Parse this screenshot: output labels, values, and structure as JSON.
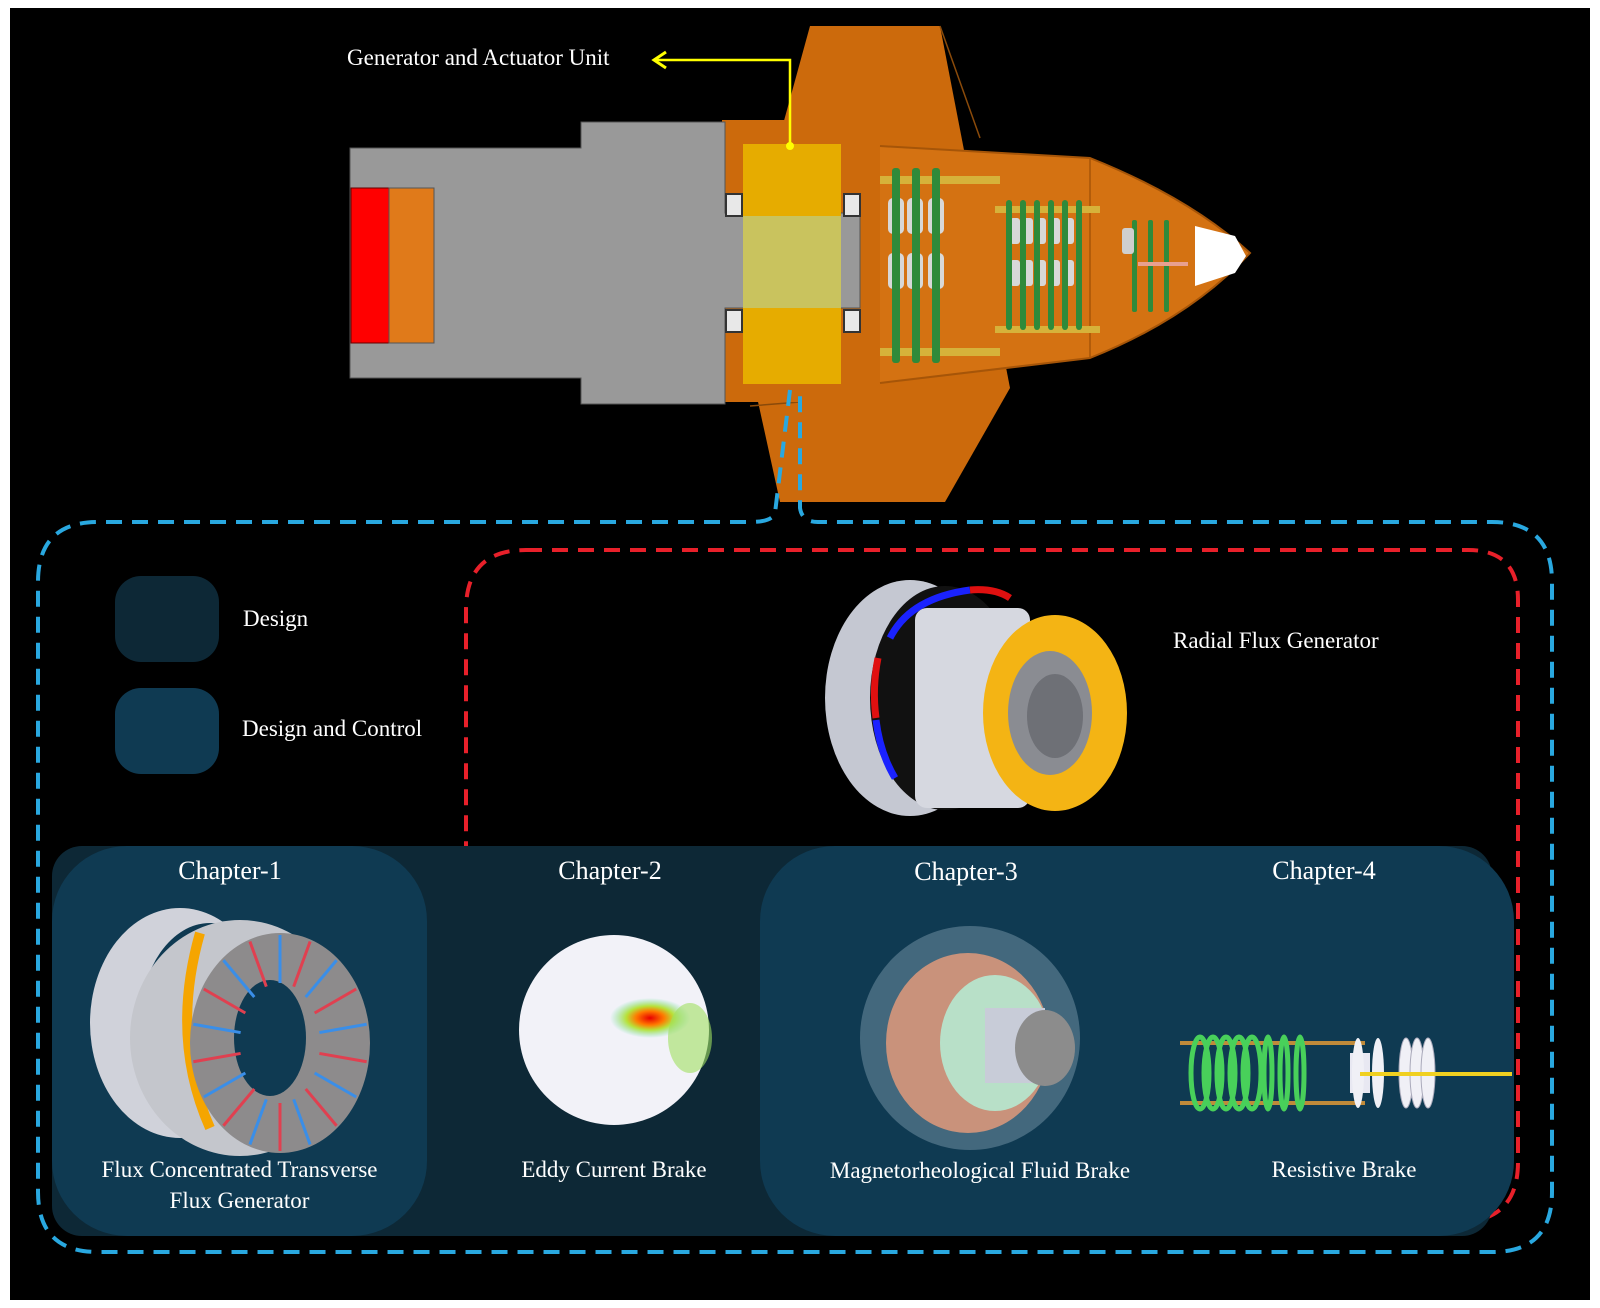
{
  "title_callout": "Generator and Actuator Unit",
  "legend": {
    "items": [
      {
        "label": "Design",
        "color": "#0d2836"
      },
      {
        "label": "Design and Control",
        "color": "#0f3a52"
      }
    ]
  },
  "radial_generator": {
    "label": "Radial Flux Generator"
  },
  "chapters": [
    {
      "heading": "Chapter-1",
      "caption_line1": "Flux Concentrated Transverse",
      "caption_line2": "Flux Generator"
    },
    {
      "heading": "Chapter-2",
      "caption_line1": "Eddy Current Brake",
      "caption_line2": ""
    },
    {
      "heading": "Chapter-3",
      "caption_line1": "Magnetorheological Fluid Brake",
      "caption_line2": ""
    },
    {
      "heading": "Chapter-4",
      "caption_line1": "Resistive Brake",
      "caption_line2": ""
    }
  ],
  "colors": {
    "background": "#000000",
    "blue_dash": "#29a8e0",
    "red_dash": "#e8202a",
    "callout_arrow": "#ffff00",
    "body_orange": "#cc6a0c",
    "gray_block": "#999999",
    "highlight_unit": "#e6ac00"
  }
}
